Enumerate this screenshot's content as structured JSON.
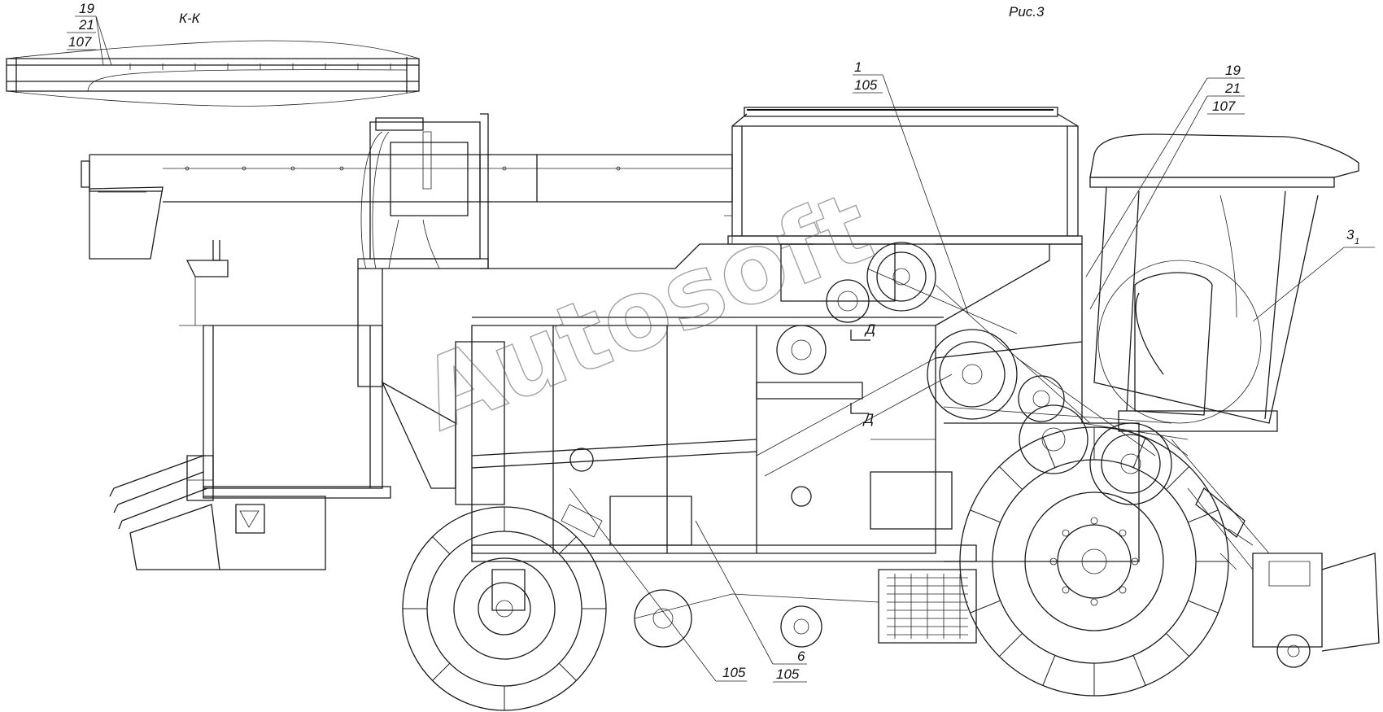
{
  "section_title": "К-К",
  "figure_caption": "Рис.3",
  "watermark": "Autosoft",
  "callouts": {
    "top_left": {
      "line1": "19",
      "line2": "21",
      "line3": "107"
    },
    "top_center": {
      "line1": "1",
      "line2": "105"
    },
    "top_right": {
      "line1": "19",
      "line2": "21",
      "line3": "107"
    },
    "right_side": {
      "main": "3",
      "sub": "1"
    },
    "bottom_left": {
      "line1": "105"
    },
    "bottom_right": {
      "line1": "6",
      "line2": "105"
    },
    "view_marker_upper": "Д",
    "view_marker_lower": "Д"
  }
}
